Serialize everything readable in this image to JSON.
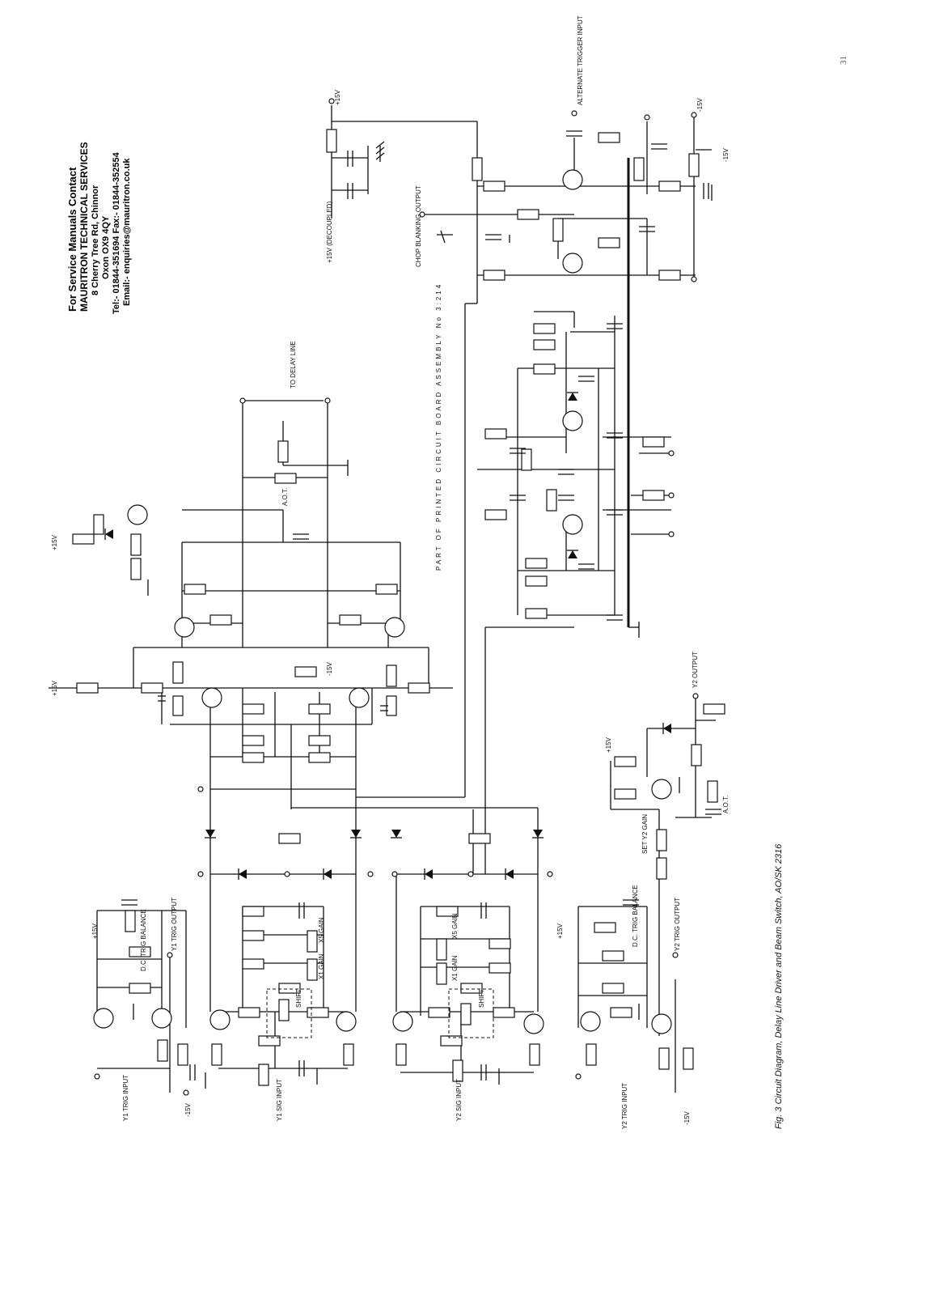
{
  "page_number": "31",
  "contact": {
    "line1": "For Service Manuals Contact",
    "line2": "MAURITRON TECHNICAL SERVICES",
    "line3": "8 Cherry Tree Rd, Chinnor",
    "line4": "Oxon OX9 4QY",
    "line5": "Tel:- 01844-351694 Fax:- 01844-352554",
    "line6": "Email:- enquiries@mauritron.co.uk"
  },
  "caption": "Fig. 3   Circuit Diagram, Delay Line Driver and Beam Switch, AO/SK 2316",
  "board_note": "PART OF PRINTED CIRCUIT BOARD ASSEMBLY No 3:214",
  "labels": {
    "to_delay_line": "TO DELAY LINE",
    "decoupled": "+15V (DECOUPLED)",
    "plus15": "+15V",
    "minus15": "-15V",
    "chop": "CHOP BLANKING OUTPUT",
    "alt_trig": "ALTERNATE TRIGGER INPUT",
    "y1_trig_in": "Y1 TRIG INPUT",
    "y1_trig_out": "Y1 TRIG OUTPUT",
    "y1_sig_in": "Y1 SIG INPUT",
    "y2_sig_in": "Y2 SIG INPUT",
    "y2_trig_in": "Y2 TRIG INPUT",
    "y2_trig_out": "Y2 TRIG OUTPUT",
    "y2_output": "Y2 OUTPUT",
    "set_y2_gain": "SET Y2 GAIN",
    "dc_trig_balance": "D.C. TRIG BALANCE",
    "shift": "SHIFT",
    "x1_gain": "X1 GAIN",
    "x5_gain": "X5 GAIN",
    "aot": "A.O.T."
  }
}
